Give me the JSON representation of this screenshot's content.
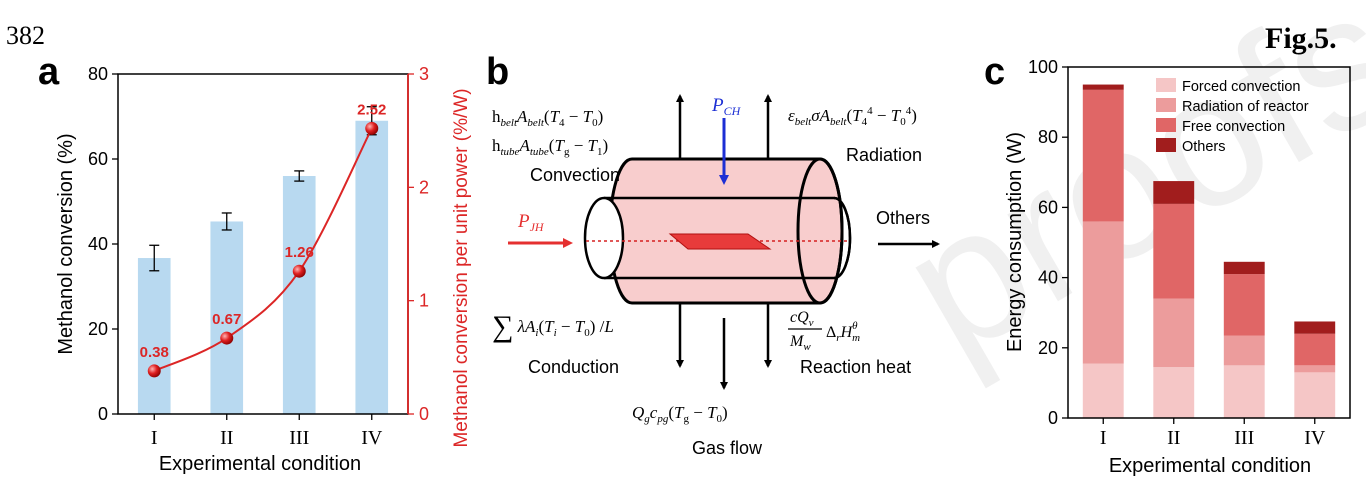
{
  "page": {
    "line_number": "382",
    "fig_label": "Fig.5.",
    "watermark": "proofs"
  },
  "chart_data": [
    {
      "panel": "a",
      "type": "bar",
      "categories": [
        "I",
        "II",
        "III",
        "IV"
      ],
      "xlabel": "Experimental condition",
      "ylabel": "Methanol conversion (%)",
      "ylim": [
        0,
        80
      ],
      "yticks": [
        0,
        20,
        40,
        60,
        80
      ],
      "bar_color": "#b8d9f0",
      "series": [
        {
          "type": "bar",
          "values": [
            36.7,
            45.3,
            56.0,
            69.0
          ],
          "errors": [
            3.0,
            2.0,
            1.2,
            3.3
          ]
        },
        {
          "type": "line",
          "axis": "right",
          "color": "#dc2626",
          "values": [
            0.38,
            0.67,
            1.26,
            2.52
          ],
          "labels": [
            "0.38",
            "0.67",
            "1.26",
            "2.52"
          ]
        }
      ],
      "ylabel_right": "Methanol conversion per unit power (%/W)",
      "ylim_right": [
        0,
        3
      ],
      "yticks_right": [
        0,
        1,
        2,
        3
      ]
    },
    {
      "panel": "c",
      "type": "bar",
      "stacked": true,
      "categories": [
        "I",
        "II",
        "III",
        "IV"
      ],
      "xlabel": "Experimental condition",
      "ylabel": "Energy consumption (W)",
      "ylim": [
        0,
        100
      ],
      "yticks": [
        0,
        20,
        40,
        60,
        80,
        100
      ],
      "legend_position": "top-right",
      "series": [
        {
          "name": "Forced convection",
          "color": "#f5c6c6",
          "values": [
            15.5,
            14.5,
            15.0,
            13.0
          ]
        },
        {
          "name": "Radiation of reactor",
          "color": "#ec9c9c",
          "values": [
            40.5,
            19.5,
            8.5,
            2.0
          ]
        },
        {
          "name": "Free convection",
          "color": "#e06666",
          "values": [
            37.5,
            27.0,
            17.5,
            9.0
          ]
        },
        {
          "name": "Others",
          "color": "#a11d1d",
          "values": [
            1.5,
            6.5,
            3.5,
            3.5
          ]
        }
      ]
    }
  ],
  "diagram": {
    "panel": "b",
    "labels": {
      "convection": "Convection",
      "radiation": "Radiation",
      "conduction": "Conduction",
      "reaction_heat": "Reaction heat",
      "gas_flow": "Gas flow",
      "others": "Others"
    },
    "colors": {
      "pjh": "#e53030",
      "pch": "#1d2fd4",
      "tube": "#f8cdcd"
    }
  }
}
